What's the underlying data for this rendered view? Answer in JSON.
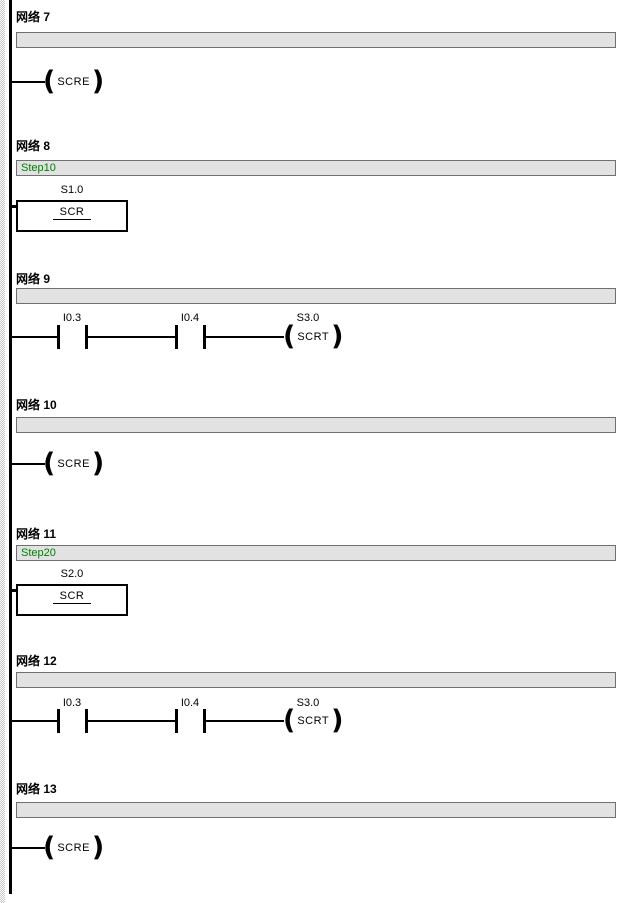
{
  "colors": {
    "background": "#ffffff",
    "comment_bar_fill": "#e2e2e2",
    "comment_bar_border": "#707070",
    "comment_text_green": "#008000",
    "wire_black": "#000000"
  },
  "symbols": {
    "coil_paren_open": "(",
    "coil_paren_close": ")"
  },
  "networks": [
    {
      "title": "网络 7",
      "comment": "",
      "coil": {
        "label": "SCRE"
      }
    },
    {
      "title": "网络 8",
      "comment": "Step10",
      "box": {
        "operand": "S1.0",
        "mnemonic": "SCR"
      }
    },
    {
      "title": "网络 9",
      "comment": "",
      "contacts": [
        {
          "operand": "I0.3"
        },
        {
          "operand": "I0.4"
        }
      ],
      "coil": {
        "operand": "S3.0",
        "label": "SCRT"
      }
    },
    {
      "title": "网络 10",
      "comment": "",
      "coil": {
        "label": "SCRE"
      }
    },
    {
      "title": "网络 11",
      "comment": "Step20",
      "box": {
        "operand": "S2.0",
        "mnemonic": "SCR"
      }
    },
    {
      "title": "网络 12",
      "comment": "",
      "contacts": [
        {
          "operand": "I0.3"
        },
        {
          "operand": "I0.4"
        }
      ],
      "coil": {
        "operand": "S3.0",
        "label": "SCRT"
      }
    },
    {
      "title": "网络 13",
      "comment": "",
      "coil": {
        "label": "SCRE"
      }
    }
  ]
}
